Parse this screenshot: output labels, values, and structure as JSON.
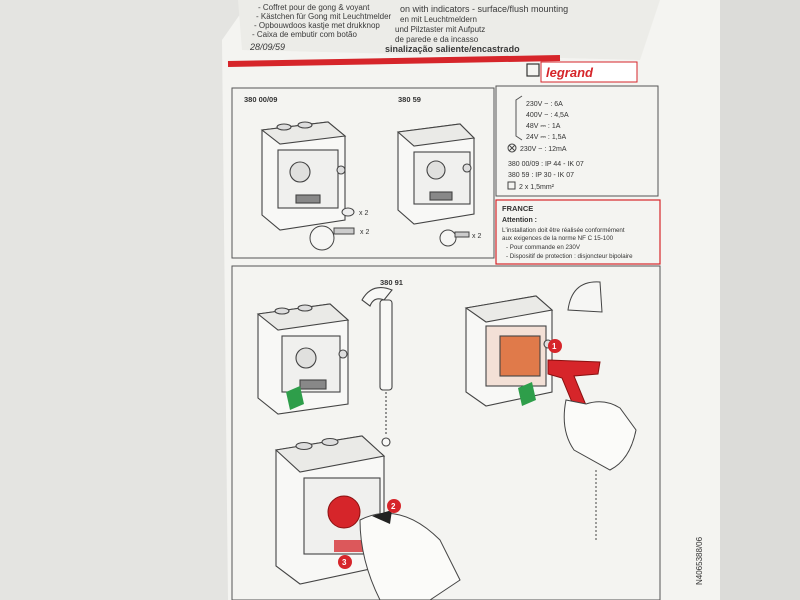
{
  "leaflet": {
    "header_lines": [
      "- Coffret pour de gong & voyant",
      "- Kästchen für Gong mit Leuchtmelder",
      "- Opbouwdoos kastje met drukknop",
      "- Caixa de embutir com botão"
    ],
    "header_right_1": "on with indicators - surface/flush mounting",
    "header_right_2": "en mit Leuchtmeldern",
    "header_right_3": "und Pilztaster mit Aufputz",
    "header_right_4": "de parede e da incasso",
    "header_right_5": "sinalização saliente/encastrado",
    "doc_code": "28/09/59",
    "brand": "legrand",
    "panel_a_ref": "380 00/09",
    "panel_b_ref": "380 59",
    "qty_screws": "x 2",
    "qty_keys": "x 2",
    "qty_keys_b": "x 2",
    "ratings": [
      "230V ~ : 6A",
      "400V ~ : 4,5A",
      "48V ⎓ : 1A",
      "24V ⎓ : 1,5A"
    ],
    "lamp_rating": "230V ~ : 12mA",
    "ip_lines": [
      "380 00/09 : IP 44 - IK 07",
      "380 59 : IP 30 - IK 07"
    ],
    "wire_spec": "2 x 1,5mm²",
    "france_title": "FRANCE",
    "france_attention": "Attention :",
    "france_text": [
      "L'installation doit être réalisée conformément",
      "aux exigences de la norme NF C 15-100",
      "- Pour commande en 230V",
      "- Dispositif de protection : disjoncteur bipolaire"
    ],
    "tool_ref": "380 91",
    "step_1": "1",
    "step_2": "2",
    "step_3": "3",
    "side_code": "N4065388/06",
    "accent_red": "#d6252a"
  }
}
